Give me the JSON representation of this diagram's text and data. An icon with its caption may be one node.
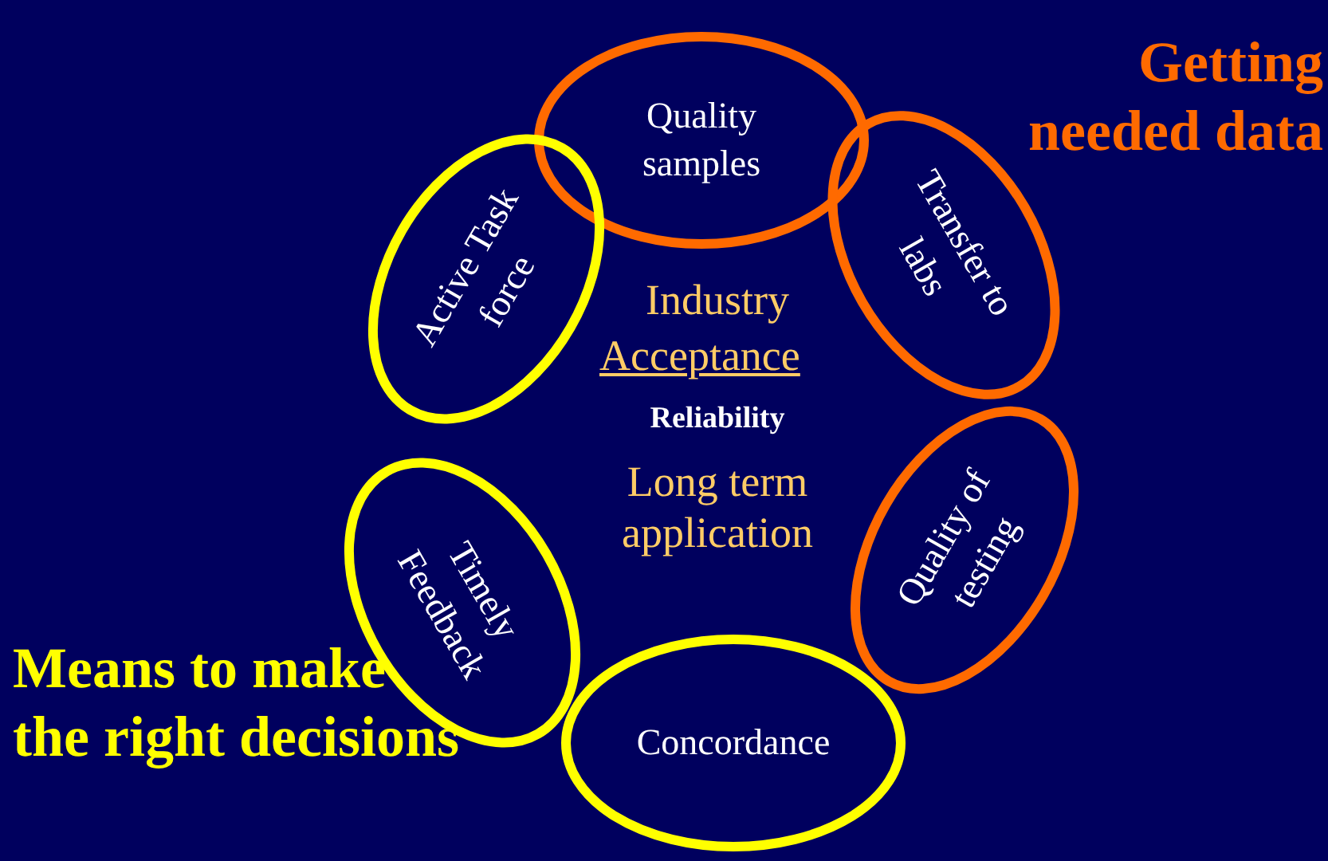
{
  "diagram": {
    "nodes": [
      {
        "text": [
          "Quality samples"
        ]
      },
      {
        "text": [
          "Active Task force"
        ]
      },
      {
        "text": [
          "Transfer to labs"
        ]
      },
      {
        "text": [
          "Timely Feedback"
        ]
      },
      {
        "text": [
          "Quality of testing"
        ]
      },
      {
        "text": [
          "Concordance"
        ]
      }
    ],
    "labels": [
      "Getting needed data",
      "Industry",
      "Acceptance",
      "Reliability",
      "Long term application",
      "Means to make the right decisions"
    ]
  }
}
